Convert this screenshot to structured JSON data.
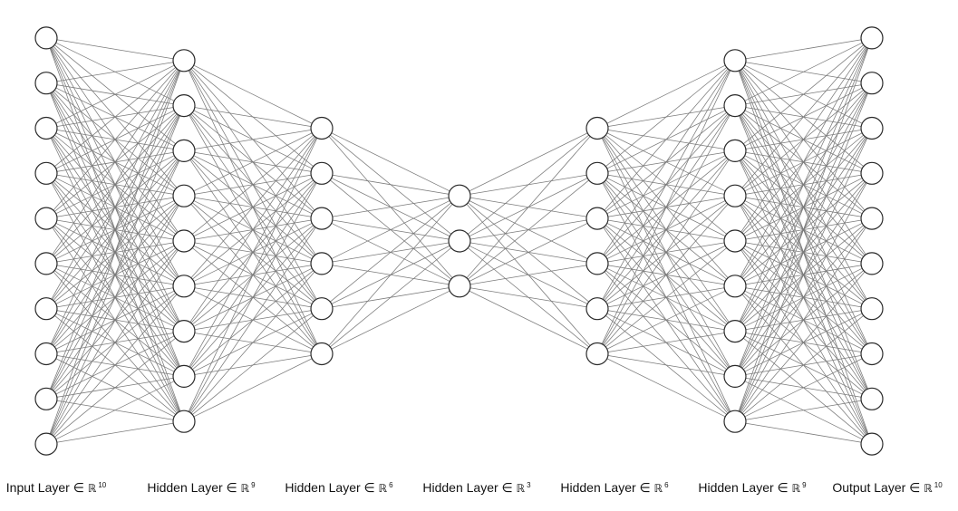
{
  "layers": [
    {
      "name": "Input Layer",
      "symbol": "∈",
      "space": "ℝ",
      "dimension": "10",
      "nodes": 10
    },
    {
      "name": "Hidden Layer",
      "symbol": "∈",
      "space": "ℝ",
      "dimension": "9",
      "nodes": 9
    },
    {
      "name": "Hidden Layer",
      "symbol": "∈",
      "space": "ℝ",
      "dimension": "6",
      "nodes": 6
    },
    {
      "name": "Hidden Layer",
      "symbol": "∈",
      "space": "ℝ",
      "dimension": "3",
      "nodes": 3
    },
    {
      "name": "Hidden Layer",
      "symbol": "∈",
      "space": "ℝ",
      "dimension": "6",
      "nodes": 6
    },
    {
      "name": "Hidden Layer",
      "symbol": "∈",
      "space": "ℝ",
      "dimension": "9",
      "nodes": 9
    },
    {
      "name": "Output Layer",
      "symbol": "∈",
      "space": "ℝ",
      "dimension": "10",
      "nodes": 10
    }
  ],
  "connectivity": "fully-connected",
  "colors": {
    "edge": "#7a7a7a",
    "node_stroke": "#2a2a2a",
    "node_fill": "#ffffff",
    "label": "#111111"
  }
}
